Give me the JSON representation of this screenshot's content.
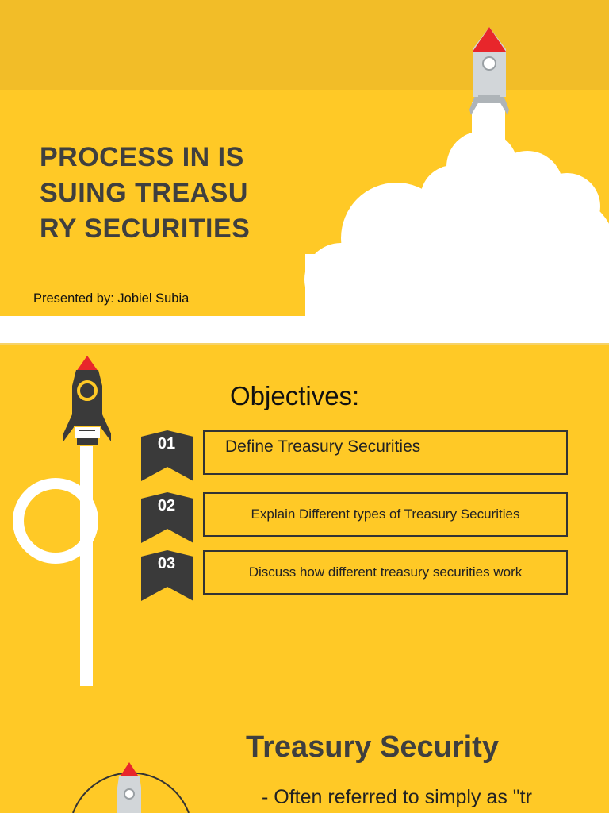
{
  "slide1": {
    "title_lines": [
      "PROCESS IN IS",
      "SUING TREASU",
      "RY SECURITIES"
    ],
    "presenter": "Presented by: Jobiel Subia",
    "icons": [
      "rocket-icon",
      "cloud-icon"
    ]
  },
  "slide2": {
    "heading": "Objectives:",
    "items": [
      {
        "number": "01",
        "text": "Define Treasury Securities"
      },
      {
        "number": "02",
        "text": "Explain Different types of Treasury Securities"
      },
      {
        "number": "03",
        "text": "Discuss how different treasury securities work"
      }
    ],
    "icons": [
      "rocket-icon",
      "loop-trail-icon",
      "chevron-badge-icon"
    ]
  },
  "slide3": {
    "heading": "Treasury Security",
    "body": "- Often referred to simply as \"tr",
    "icons": [
      "rocket-icon",
      "circle-outline-icon"
    ]
  },
  "colors": {
    "background": "#ffc926",
    "top_band": "#f2bd28",
    "dark": "#3f3f3f",
    "rocket_tip": "#e8262b",
    "white": "#ffffff"
  }
}
